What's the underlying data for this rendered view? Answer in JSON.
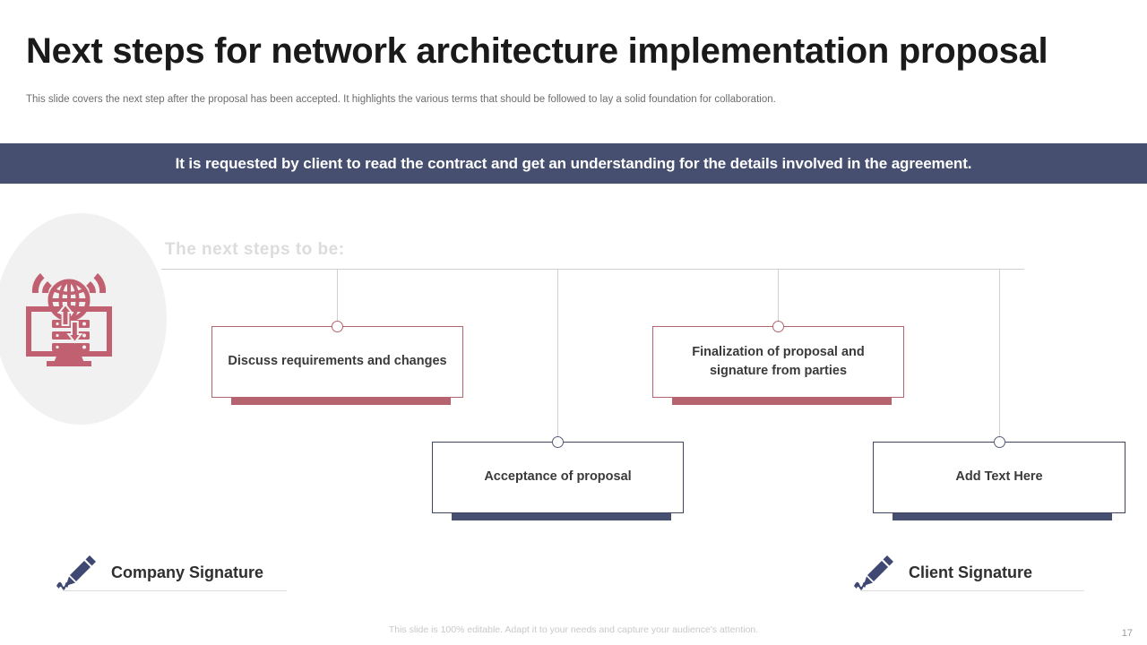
{
  "header": {
    "title": "Next steps for network architecture implementation proposal",
    "subtitle": "This slide covers the next step after the proposal has been accepted. It highlights the various terms that should be followed to lay a solid foundation for collaboration."
  },
  "banner": {
    "text": "It is requested by client to read the contract and get an understanding for the details involved in the agreement.",
    "background_color": "#464f70",
    "text_color": "#ffffff"
  },
  "illustration": {
    "icon_name": "network-server-monitor-icon",
    "icon_color": "#c06070",
    "circle_color": "#f1f1f1"
  },
  "section": {
    "heading": "The next steps to be:",
    "heading_color": "#dcdcdc"
  },
  "steps": [
    {
      "label": "Discuss requirements and changes",
      "accent_color": "#b5636f",
      "variant": "rose"
    },
    {
      "label": "Acceptance of proposal",
      "accent_color": "#464f70",
      "variant": "navy"
    },
    {
      "label": "Finalization of proposal and signature from parties",
      "accent_color": "#b5636f",
      "variant": "rose"
    },
    {
      "label": "Add Text Here",
      "accent_color": "#464f70",
      "variant": "navy"
    }
  ],
  "signatures": [
    {
      "label": "Company Signature",
      "icon_name": "signature-pen-icon"
    },
    {
      "label": "Client Signature",
      "icon_name": "signature-pen-icon"
    }
  ],
  "footer": {
    "note": "This slide is 100% editable. Adapt it to your needs and capture your audience's attention.",
    "page_number": "17"
  }
}
